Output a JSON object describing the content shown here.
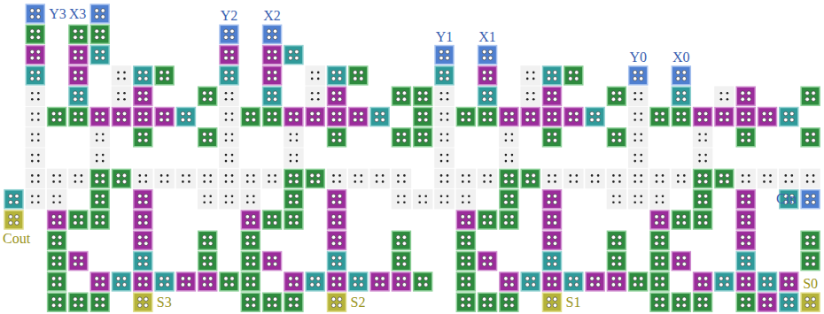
{
  "diagram": {
    "labels": [
      "Y3",
      "X3",
      "Y2",
      "X2",
      "Y1",
      "X1",
      "Y0",
      "X0",
      "Cin",
      "Cout",
      "S3",
      "S2",
      "S1",
      "S0"
    ]
  }
}
